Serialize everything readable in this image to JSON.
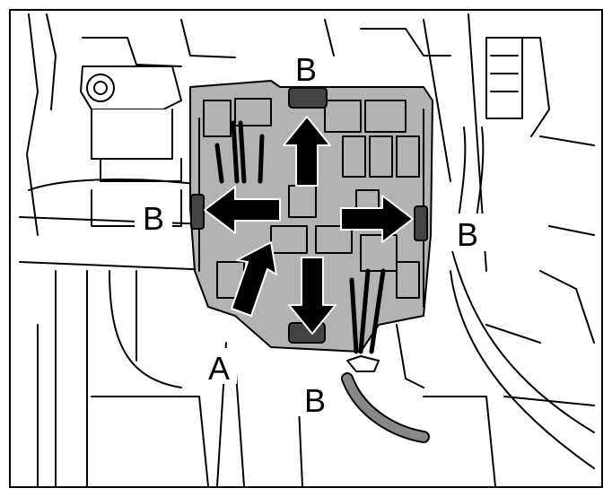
{
  "colors": {
    "line": "#000000",
    "fuse_box_fill": "#b3b3b3",
    "tab_fill": "#444444",
    "arrow_fill": "#000000",
    "background": "#ffffff"
  },
  "callouts": {
    "a": "A",
    "b_top": "B",
    "b_left": "B",
    "b_right": "B",
    "b_bottom": "B"
  },
  "legend_icons": [
    "arrow-up-icon",
    "arrow-left-icon",
    "arrow-right-icon",
    "arrow-down-icon",
    "arrow-diagonal-icon"
  ]
}
